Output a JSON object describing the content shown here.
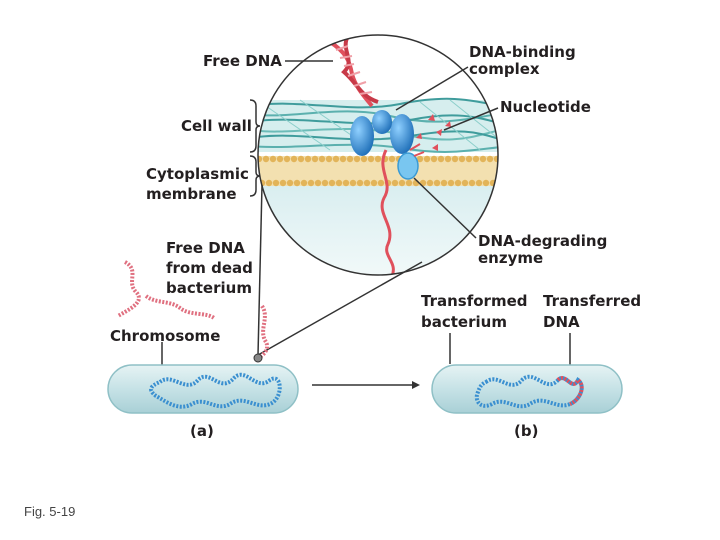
{
  "figure_caption": "Fig. 5-19",
  "labels": {
    "free_dna": "Free DNA",
    "dna_binding_l1": "DNA-binding",
    "dna_binding_l2": "complex",
    "nucleotide": "Nucleotide",
    "cell_wall": "Cell wall",
    "cyto_l1": "Cytoplasmic",
    "cyto_l2": "membrane",
    "free_dead_l1": "Free DNA",
    "free_dead_l2": "from dead",
    "free_dead_l3": "bacterium",
    "dna_degrading_l1": "DNA-degrading",
    "dna_degrading_l2": "enzyme",
    "transformed_l1": "Transformed",
    "transformed_l2": "bacterium",
    "transferred_l1": "Transferred",
    "transferred_l2": "DNA",
    "chromosome": "Chromosome",
    "panel_a": "(a)",
    "panel_b": "(b)"
  },
  "colors": {
    "dna_red": "#e0505c",
    "chromosome_blue": "#3a8fd0",
    "cell_fill": "#cfe6ea",
    "wall_teal": "#4aa6a6",
    "membrane_gold": "#e8c270",
    "protein_blue": "#2f86d6"
  }
}
